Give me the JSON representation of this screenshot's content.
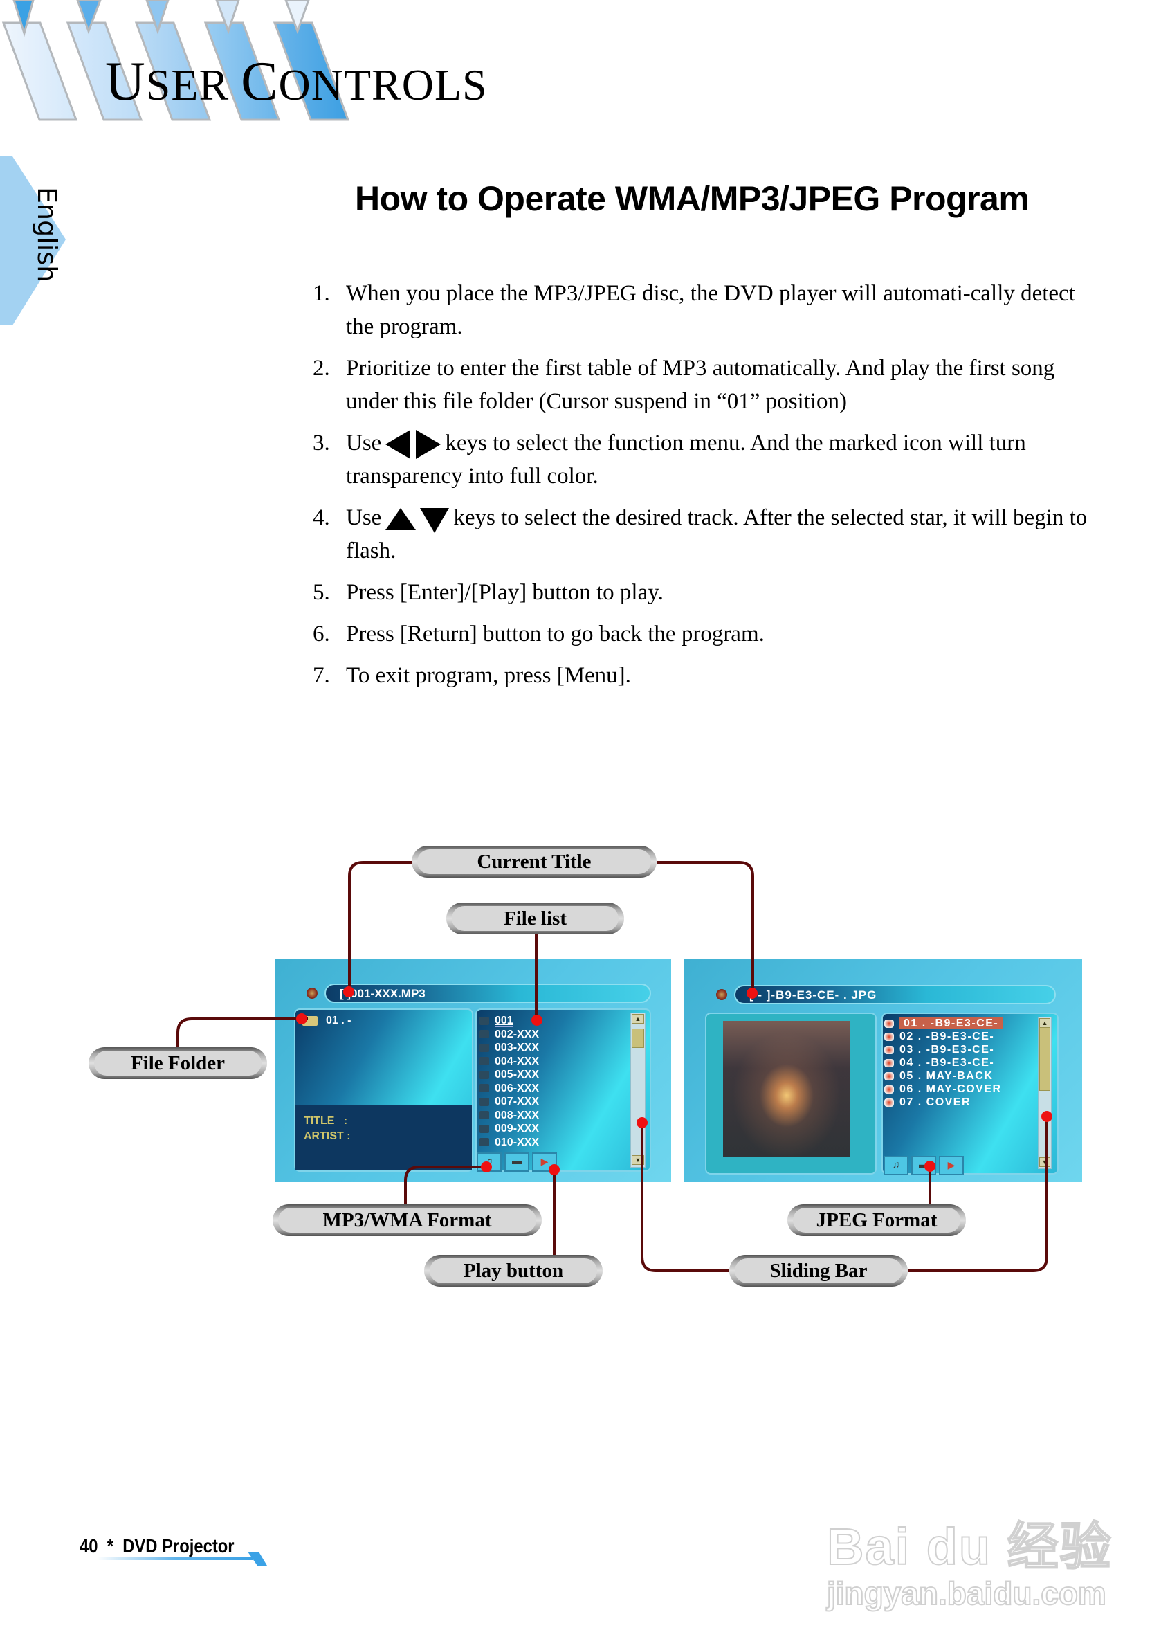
{
  "header": {
    "section_title_first_cap": "U",
    "section_title_first_rest": "SER",
    "section_title_second_cap": "C",
    "section_title_second_rest": "ONTROLS",
    "language_tab": "English"
  },
  "page_title": "How to Operate WMA/MP3/JPEG Program",
  "steps": [
    {
      "num": "1.",
      "text": "When you place the MP3/JPEG disc, the DVD player will automati-cally detect the program."
    },
    {
      "num": "2.",
      "text": "Prioritize to enter the first table of MP3 automatically. And play the first song under this file folder (Cursor suspend in “01” position)"
    },
    {
      "num": "3.",
      "pre": "Use",
      "icon": "left-right-arrows",
      "post": "keys to select the function menu. And the marked icon will turn transparency into full color."
    },
    {
      "num": "4.",
      "pre": "Use",
      "icon": "up-down-arrows",
      "post": "keys to select the desired track. After the selected star, it will begin to flash."
    },
    {
      "num": "5.",
      "text": "Press [Enter]/[Play] button to play."
    },
    {
      "num": "6.",
      "text": "Press [Return] button to go back the program."
    },
    {
      "num": "7.",
      "text": "To exit program, press [Menu]."
    }
  ],
  "diagram": {
    "callouts": {
      "current_title": "Current Title",
      "file_list": "File list",
      "file_folder": "File Folder",
      "mp3_wma_format": "MP3/WMA Format",
      "play_button": "Play button",
      "jpeg_format": "JPEG Format",
      "sliding_bar": "Sliding Bar"
    },
    "mp3_screen": {
      "current_title": "[   ]001-XXX.MP3",
      "folder": "01 . -",
      "title_label": "TITLE   :",
      "artist_label": "ARTIST :",
      "files": [
        "001",
        "002-XXX",
        "003-XXX",
        "004-XXX",
        "005-XXX",
        "006-XXX",
        "007-XXX",
        "008-XXX",
        "009-XXX",
        "010-XXX"
      ],
      "selected_index": 0,
      "controls": [
        "music-icon",
        "camera-icon",
        "play-icon"
      ]
    },
    "jpeg_screen": {
      "current_title": "[ - ]-B9-E3-CE- . JPG",
      "files": [
        "01 . -B9-E3-CE-",
        "02 . -B9-E3-CE-",
        "03 . -B9-E3-CE-",
        "04 . -B9-E3-CE-",
        "05 . MAY-BACK",
        "06 . MAY-COVER",
        "07 . COVER"
      ],
      "selected_index": 0,
      "selected_color": "#c8614a",
      "controls": [
        "music-icon",
        "camera-icon",
        "play-icon"
      ]
    },
    "colors": {
      "connector": "#5a0a0a",
      "dot": "#ee1111",
      "screen_bg": "#4fbfe0"
    }
  },
  "footer": {
    "page_number": "40",
    "separator": "*",
    "product": "DVD Projector"
  },
  "watermark": {
    "brand": "Bai du 经验",
    "url": "jingyan.baidu.com"
  }
}
